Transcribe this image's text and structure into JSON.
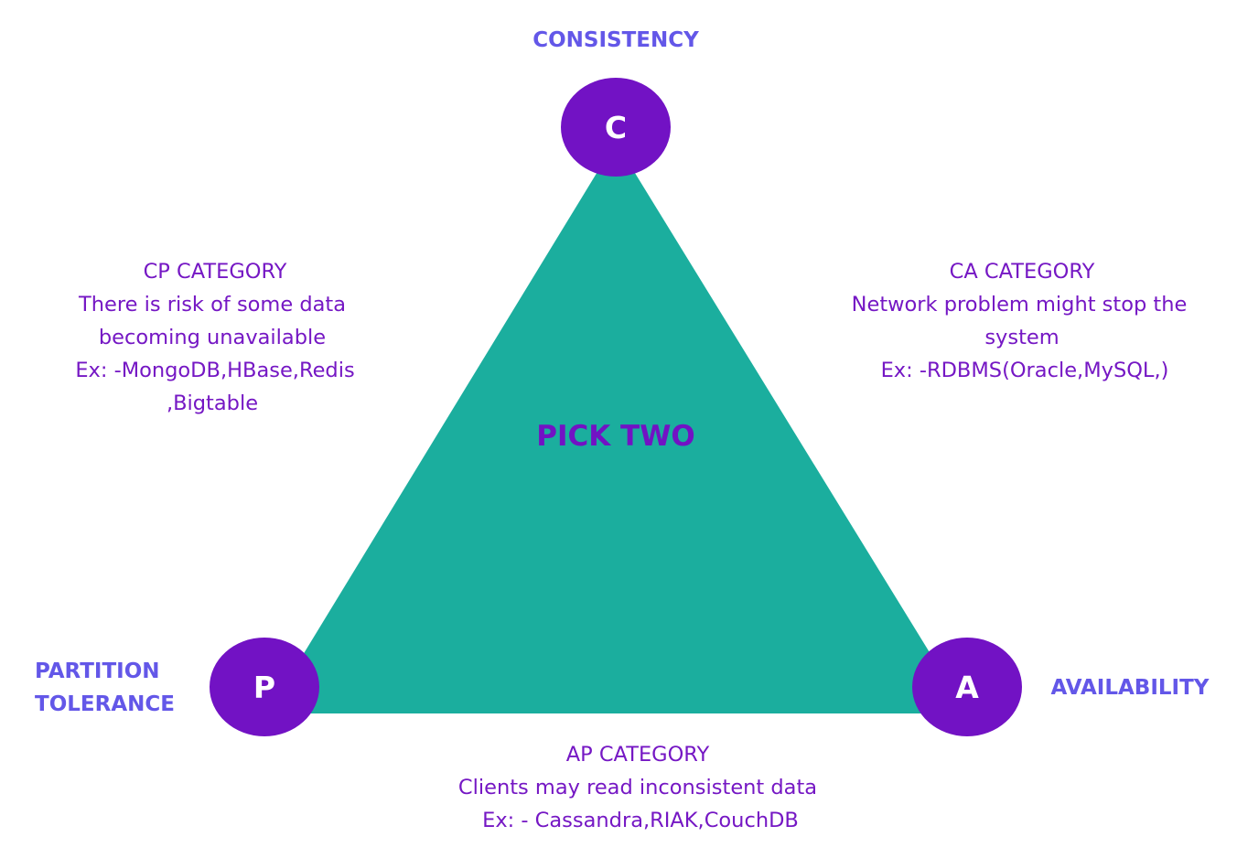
{
  "colors": {
    "triangle_fill": "#1bae9e",
    "node_fill": "#7212c4",
    "node_text": "#ffffff",
    "vertex_label": "#6357e8",
    "category_text": "#7517c4",
    "center_text": "#7212c4"
  },
  "vertices": {
    "consistency": {
      "label": "CONSISTENCY",
      "letter": "C"
    },
    "partition": {
      "label_line1": "PARTITION",
      "label_line2": "TOLERANCE",
      "letter": "P"
    },
    "availability": {
      "label": "AVAILABILITY",
      "letter": "A"
    }
  },
  "center_label": "PICK TWO",
  "categories": {
    "cp": [
      "CP CATEGORY",
      "There is risk of some data",
      "becoming unavailable",
      "Ex: -MongoDB,HBase,Redis",
      ",Bigtable"
    ],
    "ca": [
      "CA CATEGORY",
      "Network problem might stop the",
      "system",
      "Ex: -RDBMS(Oracle,MySQL,)"
    ],
    "ap": [
      "AP CATEGORY",
      "Clients may read inconsistent data",
      "Ex: - Cassandra,RIAK,CouchDB"
    ]
  }
}
